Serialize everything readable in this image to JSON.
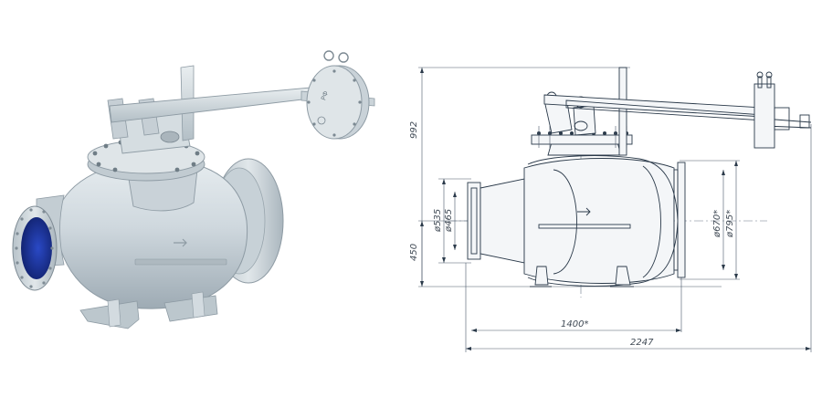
{
  "render": {
    "label": "3D render of full-bore ball valve with lever and rack housing",
    "plate_marking": "РФ",
    "colors": {
      "body": "#cfd8de",
      "body_dark": "#a9b5bd",
      "bore": "#1f3aa8",
      "bore_dark": "#14267a"
    }
  },
  "drawing": {
    "dimensions": {
      "height_total": "992",
      "height_axis": "450",
      "dia_flange_outer_left": "ø535",
      "dia_bore_left": "ø465",
      "dia_flange_outer_right": "ø795*",
      "dia_body_right": "ø670*",
      "length_body": "1400*",
      "length_total": "2247"
    },
    "colors": {
      "line": "#2b3a4a",
      "dim": "#404a55"
    }
  }
}
